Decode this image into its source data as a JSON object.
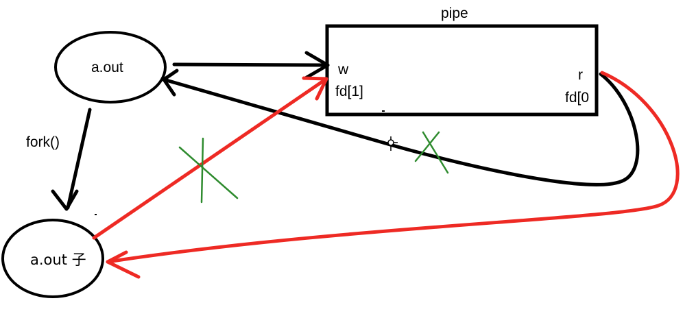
{
  "labels": {
    "pipe": "pipe",
    "parent_process": "a.out",
    "fork": "fork()",
    "child_process": "a.out 子",
    "write_end": "w",
    "write_fd": "fd[1]",
    "read_end": "r",
    "read_fd": "fd[0"
  },
  "colors": {
    "stroke": "#000000",
    "child_flow": "#ee2a24",
    "cross_mark": "#2e8b2e",
    "background": "#ffffff"
  }
}
